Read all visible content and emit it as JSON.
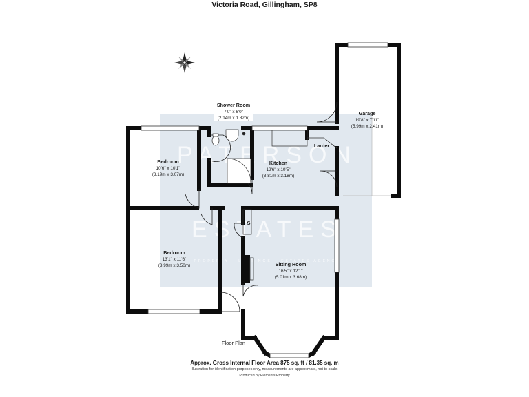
{
  "header": {
    "title": "Victoria Road, Gillingham, SP8"
  },
  "watermark": {
    "line1": "PATERSON",
    "line2": "ESTATES",
    "tagline": "PROPERTY · LETTINGS · ESTATES AGENCY",
    "color": "#9fb3c8"
  },
  "plan": {
    "label": "Floor Plan",
    "stair_mark": "S",
    "rooms": [
      {
        "id": "bedroom-1",
        "name": "Bedroom",
        "imperial": "10'6\" x 10'1\"",
        "metric": "(3.19m x 3.07m)"
      },
      {
        "id": "shower-room",
        "name": "Shower Room",
        "imperial": "7'0\" x 6'0\"",
        "metric": "(2.14m x 1.82m)"
      },
      {
        "id": "kitchen",
        "name": "Kitchen",
        "imperial": "12'6\" x 10'5\"",
        "metric": "(3.81m x 3.18m)"
      },
      {
        "id": "larder",
        "name": "Larder",
        "imperial": "",
        "metric": ""
      },
      {
        "id": "garage",
        "name": "Garage",
        "imperial": "19'8\" x 7'11\"",
        "metric": "(5.99m x 2.41m)"
      },
      {
        "id": "bedroom-2",
        "name": "Bedroom",
        "imperial": "13'1\" x 11'6\"",
        "metric": "(3.99m x 3.50m)"
      },
      {
        "id": "sitting-room",
        "name": "Sitting Room",
        "imperial": "16'5\" x 12'1\"",
        "metric": "(5.01m x 3.68m)"
      }
    ]
  },
  "compass": {
    "icon": "compass-rose-icon"
  },
  "footer": {
    "area": "Approx. Gross Internal Floor Area 875 sq. ft / 81.35 sq. m",
    "disclaimer": "Illustration for identification purposes only, measurements are approximate, not to scale.",
    "credit": "Produced by Elements Property"
  }
}
